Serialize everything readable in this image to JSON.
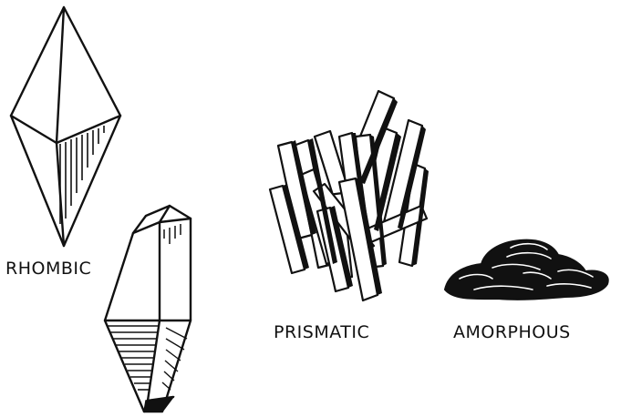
{
  "labels": {
    "rhombic": "RHOMBIC",
    "prismatic": "PRISMATIC",
    "amorphous": "AMORPHOUS"
  },
  "colors": {
    "ink": "#111111",
    "paper": "#ffffff"
  }
}
